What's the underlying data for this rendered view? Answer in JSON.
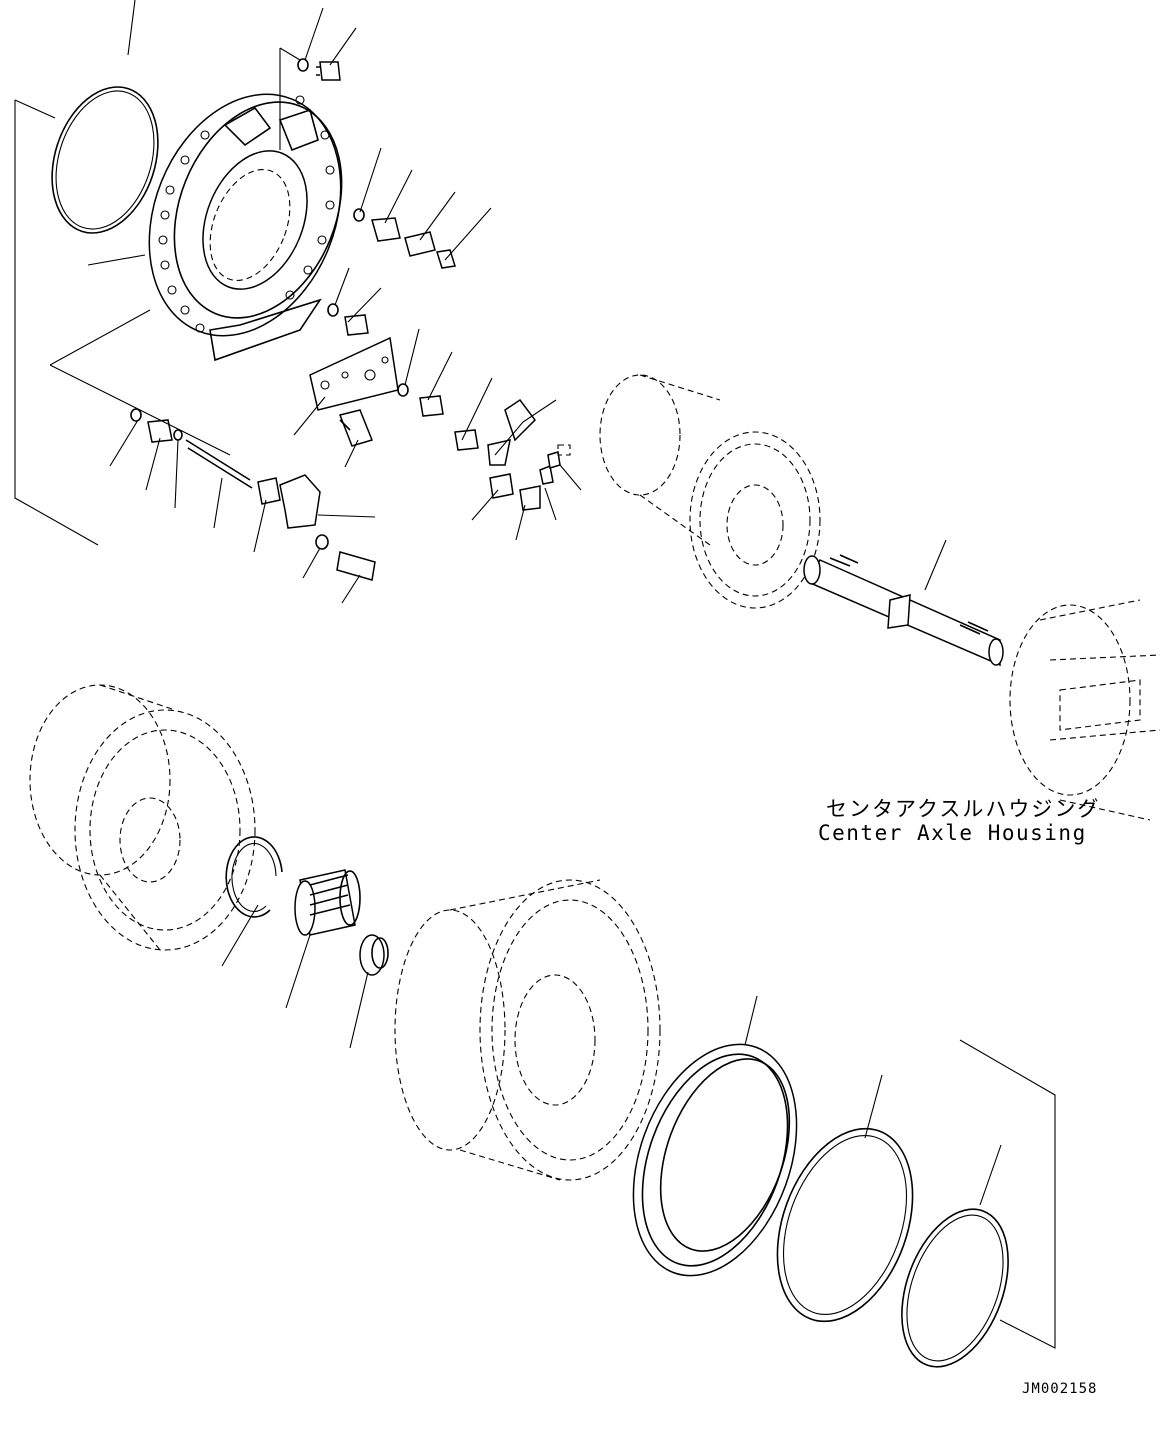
{
  "labels": {
    "housing_jp": "センタアクスルハウジング",
    "housing_en": "Center Axle Housing",
    "drawing_code": "JM002158"
  }
}
